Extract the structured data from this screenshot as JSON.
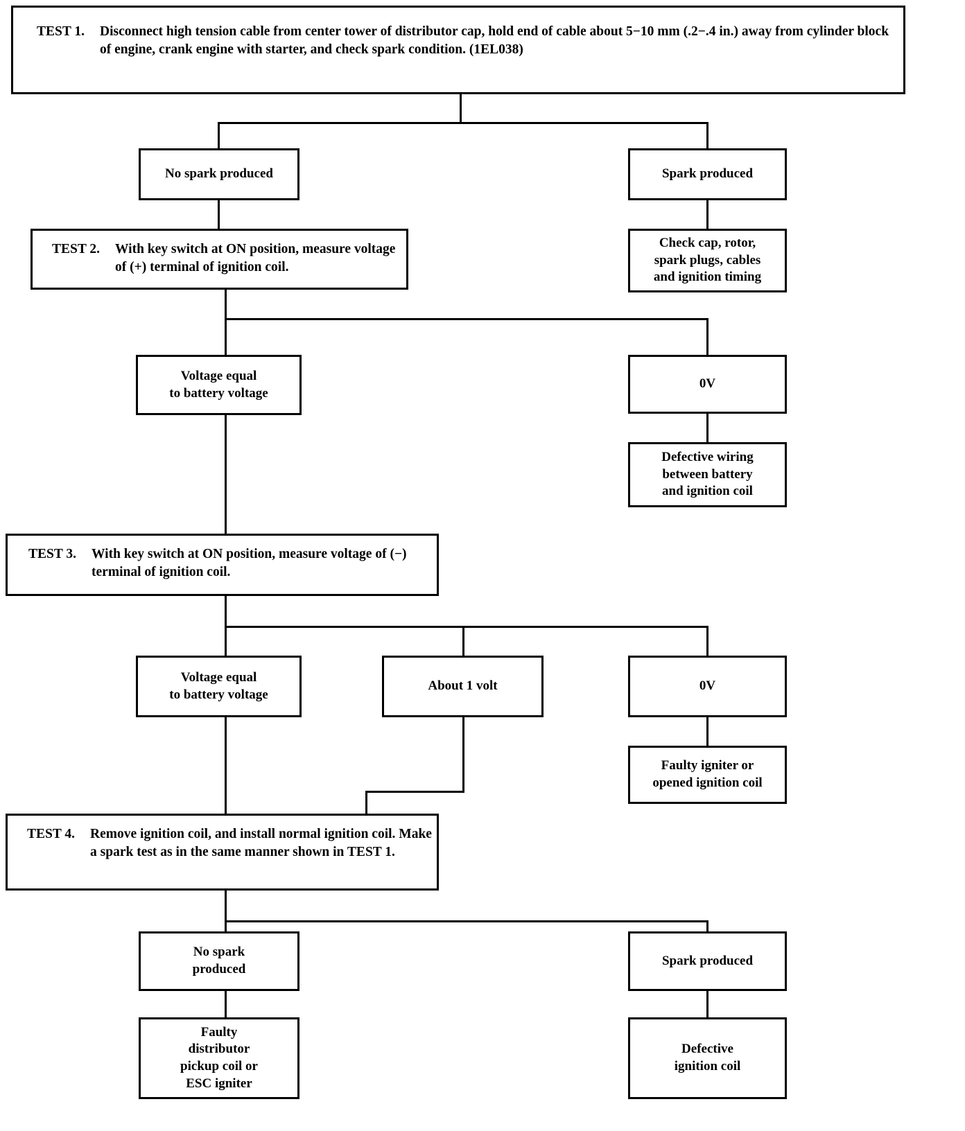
{
  "diagram": {
    "title": "Ignition system spark test diagnostic flowchart",
    "type": "flowchart",
    "line_color": "#000000",
    "box_fill": "#ffffff"
  },
  "nodes": {
    "test1": {
      "label": "TEST 1.",
      "body": "Disconnect high tension cable from center tower of distributor cap, hold end of cable about 5−10 mm (.2−.4 in.) away from cylinder block of engine, crank engine with starter, and check spark condition. (1EL038)"
    },
    "no_spark_1": {
      "text": "No spark produced"
    },
    "spark_1": {
      "text": "Spark produced"
    },
    "check_cap": {
      "text": "Check cap, rotor,\nspark plugs, cables\nand ignition timing"
    },
    "test2": {
      "label": "TEST 2.",
      "body": "With key switch at ON position, measure voltage of (+)  terminal of ignition coil."
    },
    "volt_eq_batt_2": {
      "text": "Voltage equal\nto battery voltage"
    },
    "zero_v_2": {
      "text": "0V"
    },
    "defective_wiring": {
      "text": "Defective wiring\nbetween battery\nand ignition coil"
    },
    "test3": {
      "label": "TEST 3.",
      "body": "With key switch at ON position, measure voltage of (−) terminal of ignition coil."
    },
    "volt_eq_batt_3": {
      "text": "Voltage equal\nto battery voltage"
    },
    "about_1_volt": {
      "text": "About 1 volt"
    },
    "zero_v_3": {
      "text": "0V"
    },
    "faulty_igniter": {
      "text": "Faulty igniter or\nopened ignition coil"
    },
    "test4": {
      "label": "TEST 4.",
      "body": "Remove ignition coil, and install normal ignition coil. Make a spark test as in the same manner shown in TEST 1."
    },
    "no_spark_4": {
      "text": "No spark\nproduced"
    },
    "spark_4": {
      "text": "Spark produced"
    },
    "faulty_distributor": {
      "text": "Faulty\ndistributor\npickup coil or\nESC igniter"
    },
    "defective_coil": {
      "text": "Defective\nignition coil"
    }
  }
}
